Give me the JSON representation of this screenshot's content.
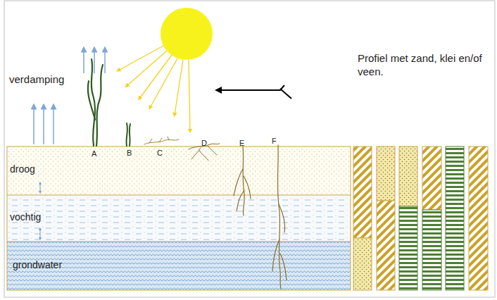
{
  "diagram": {
    "nodes": [
      {
        "text": [
          "droog"
        ]
      },
      {
        "text": [
          "vochtig"
        ]
      },
      {
        "text": [
          "grondwater"
        ]
      }
    ],
    "labels": [
      "verdamping",
      "A",
      "B",
      "C",
      "D",
      "E",
      "F",
      "Profiel met zand, klei en/of veen."
    ]
  }
}
